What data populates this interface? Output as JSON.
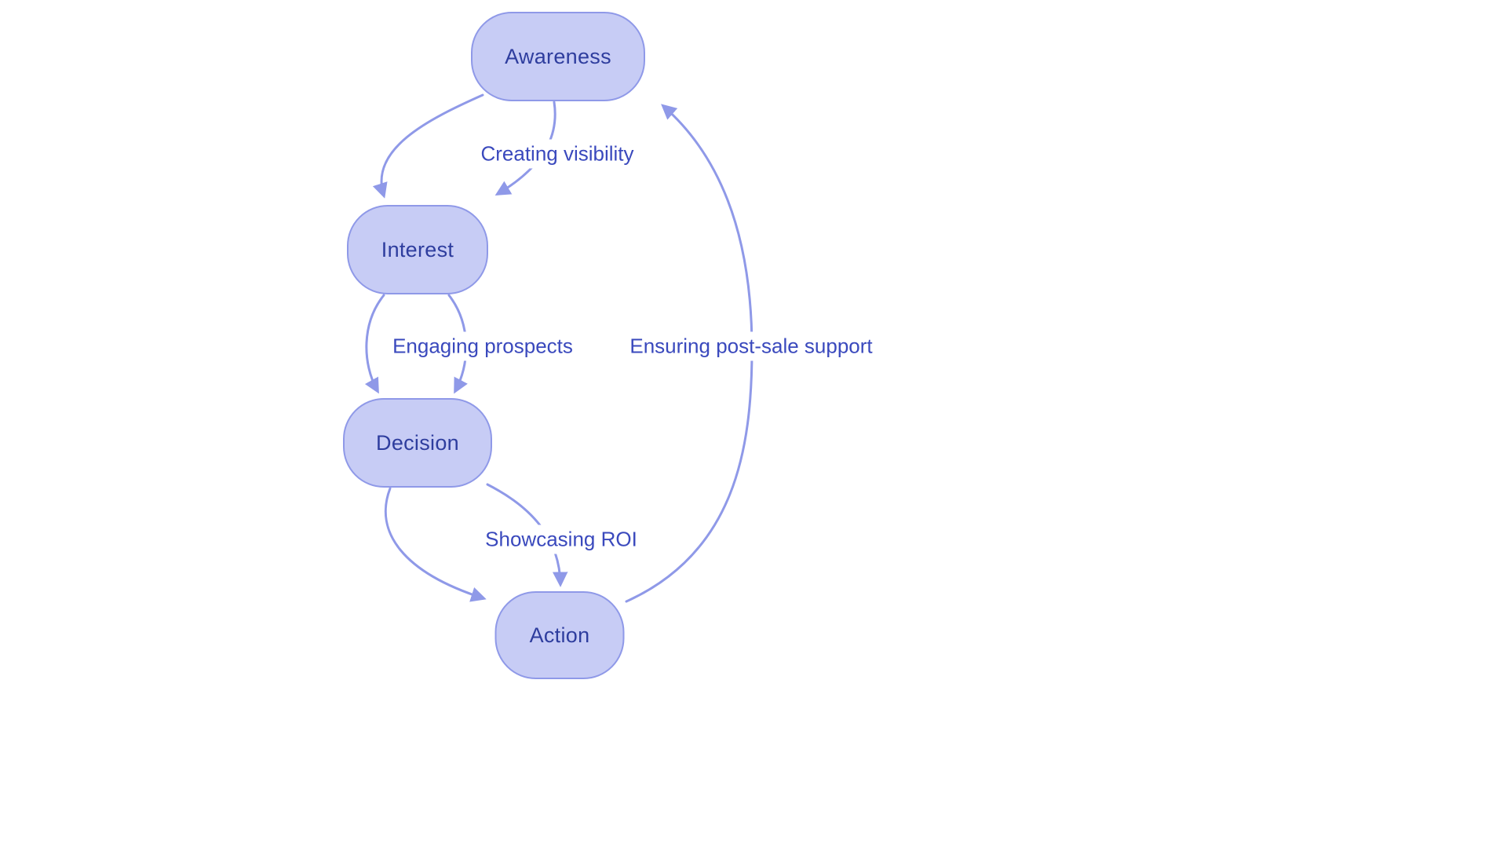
{
  "diagram": {
    "type": "flowchart",
    "nodes": [
      {
        "id": "awareness",
        "label": "Awareness"
      },
      {
        "id": "interest",
        "label": "Interest"
      },
      {
        "id": "decision",
        "label": "Decision"
      },
      {
        "id": "action",
        "label": "Action"
      }
    ],
    "edges": [
      {
        "from": "Awareness",
        "to": "Interest",
        "label": "Creating visibility"
      },
      {
        "from": "Interest",
        "to": "Decision",
        "label": "Engaging prospects"
      },
      {
        "from": "Decision",
        "to": "Action",
        "label": "Showcasing ROI"
      },
      {
        "from": "Action",
        "to": "Awareness",
        "label": "Ensuring post-sale support"
      }
    ],
    "colors": {
      "node_fill": "#c7ccf5",
      "node_border": "#8f99e8",
      "node_text": "#2e3d9e",
      "edge": "#8f99e8",
      "edge_label_text": "#3a49bd",
      "background": "#ffffff"
    }
  }
}
